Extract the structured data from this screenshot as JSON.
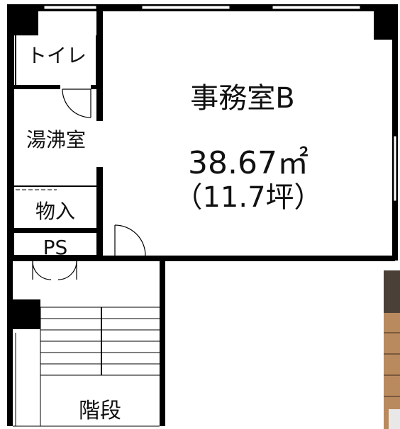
{
  "rooms": {
    "toilet": "トイレ",
    "kitchenette": "湯沸室",
    "storage": "物入",
    "ps": "PS",
    "stairs": "階段"
  },
  "office": {
    "name": "事務室B",
    "area": "38.67㎡",
    "tsubo": "（11.7坪）"
  },
  "colors": {
    "wall": "#000000",
    "background": "#ffffff",
    "photo_wall": "#b98a5e",
    "photo_frame": "#3b3127"
  }
}
